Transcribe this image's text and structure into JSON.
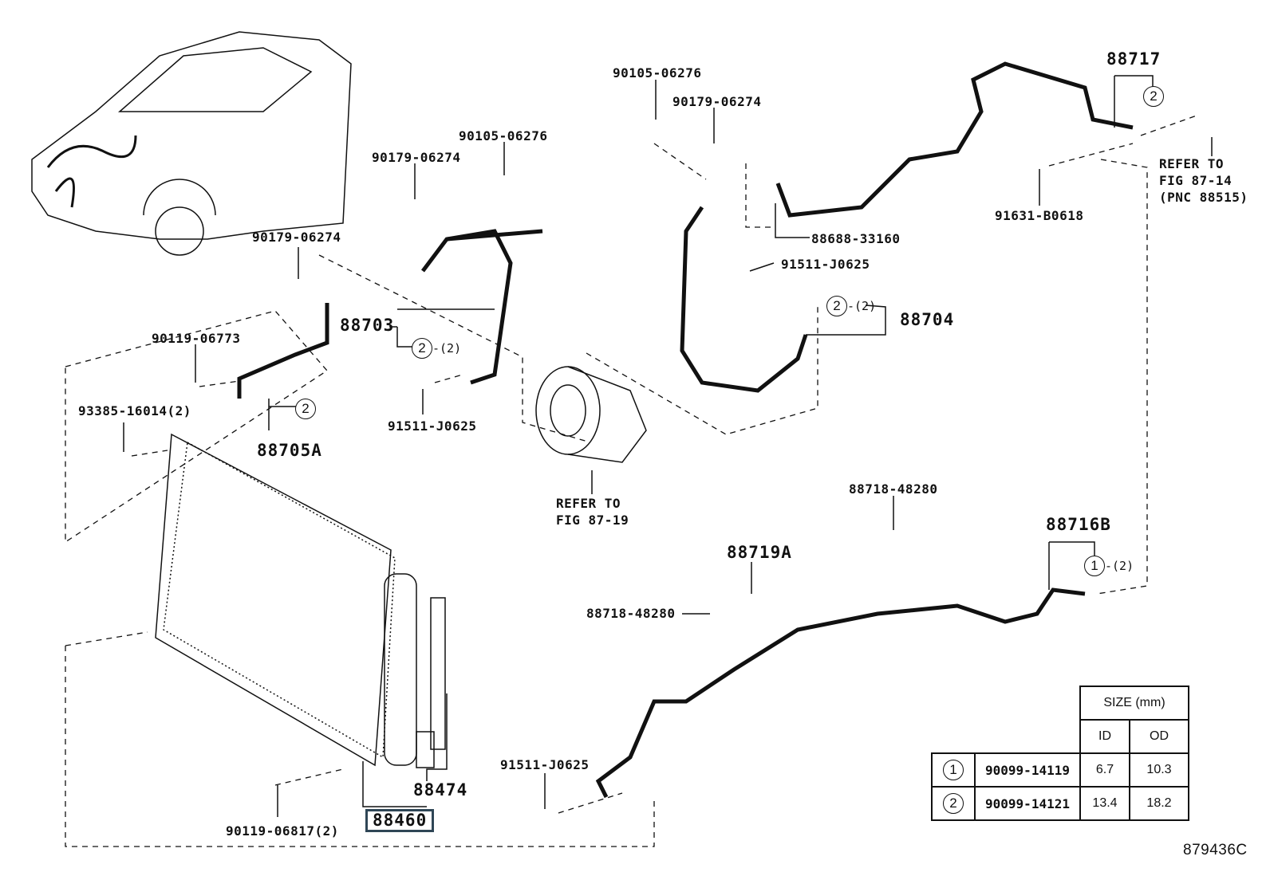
{
  "labels": [
    "90105-06276",
    "90179-06274",
    "88717",
    "REFER TO\nFIG 87-14\n(PNC 88515)",
    "91631-B0618",
    "90105-06276",
    "90179-06274",
    "88688-33160",
    "91511-J0625",
    "90179-06274",
    "88703",
    "88704",
    "90119-06773",
    "91511-J0625",
    "93385-16014(2)",
    "88705A",
    "REFER TO\nFIG 87-19",
    "88718-48280",
    "88716B",
    "88719A",
    "88718-48280",
    "91511-J0625",
    "88474",
    "90119-06817(2)",
    "88460"
  ],
  "figure_id": "879436C",
  "callouts": [
    {
      "num": "2",
      "qty": ""
    },
    {
      "num": "2",
      "qty": "-(2)"
    },
    {
      "num": "2",
      "qty": "-(2)"
    },
    {
      "num": "2",
      "qty": ""
    },
    {
      "num": "1",
      "qty": "-(2)"
    }
  ],
  "size_table": {
    "header": "SIZE (mm)",
    "columns": [
      "ID",
      "OD"
    ],
    "rows": [
      {
        "num": "1",
        "part": "90099-14119",
        "id": "6.7",
        "od": "10.3"
      },
      {
        "num": "2",
        "part": "90099-14121",
        "id": "13.4",
        "od": "18.2"
      }
    ]
  },
  "highlight_color": "#2f4656"
}
